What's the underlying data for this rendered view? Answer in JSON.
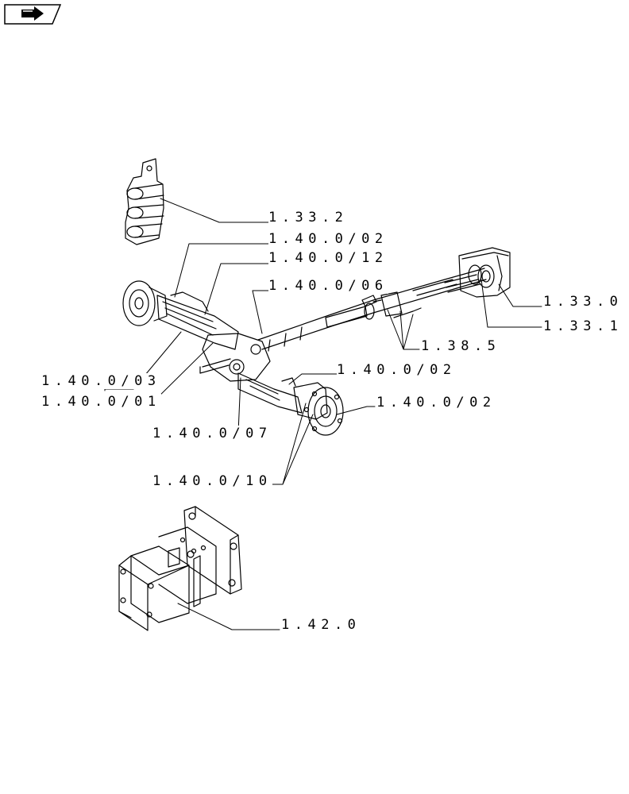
{
  "nav": {
    "icon": "arrow-right-icon"
  },
  "callouts": {
    "c1": "1.33.2",
    "c2": "1.40.0/02",
    "c3": "1.40.0/12",
    "c4": "1.40.0/06",
    "c5": "1.33.0",
    "c6": "1.33.1",
    "c7": "1.38.5",
    "c8": "1.40.0/02",
    "c9": "1.40.0/02",
    "c10": "1.40.0/03",
    "c11": "1.40.0/01",
    "c12": "1.40.0/07",
    "c13": "1.40.0/10",
    "c14": "1.42.0"
  }
}
